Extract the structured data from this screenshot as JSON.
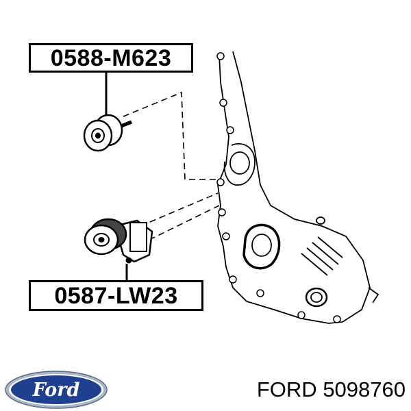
{
  "labels": {
    "top_part_number": "0588-M623",
    "bottom_part_number": "0587-LW23"
  },
  "caption": {
    "brand": "FORD",
    "part_number": "5098760"
  },
  "logo": {
    "text": "Ford",
    "icon": "ford-oval-logo",
    "color_fill": "#1f3f8f",
    "color_rim": "#a9b6cc"
  },
  "colors": {
    "line": "#000000",
    "background": "#ffffff"
  }
}
